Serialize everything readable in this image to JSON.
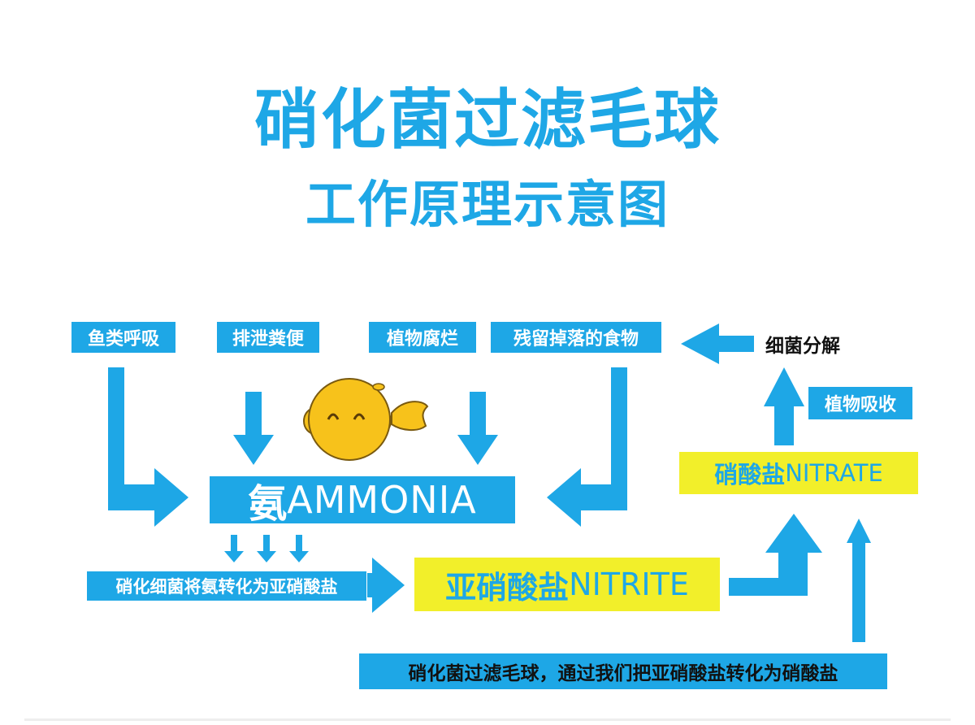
{
  "title": {
    "line1": "硝化菌过滤毛球",
    "line2": "工作原理示意图"
  },
  "sources": [
    "鱼类呼吸",
    "排泄粪便",
    "植物腐烂",
    "残留掉落的食物"
  ],
  "bacteria_decompose": "细菌分解",
  "plant_absorb": "植物吸收",
  "ammonia": {
    "cn": "氨",
    "en": "AMMONIA"
  },
  "nitrite": {
    "cn": "亚硝酸盐",
    "en": "NITRITE"
  },
  "nitrate": {
    "cn": "硝酸盐",
    "en": "NITRATE"
  },
  "step_text": "硝化细菌将氨转化为亚硝酸盐",
  "bottom_text": "硝化菌过滤毛球，通过我们把亚硝酸盐转化为硝酸盐",
  "colors": {
    "blue": "#1ea7e6",
    "yellow": "#f2ef2a",
    "fish": "#f7c21b"
  }
}
